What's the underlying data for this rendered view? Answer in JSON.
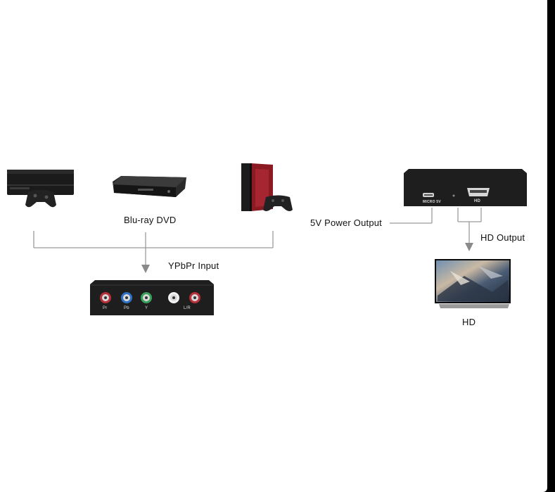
{
  "labels": {
    "dvd": "Blu-ray DVD",
    "ypbpr_input": "YPbPr Input",
    "power_output": "5V Power Output",
    "hd_output": "HD Output",
    "hd_display": "HD"
  },
  "input_box": {
    "ports": [
      "Pr",
      "Pb",
      "Y",
      "",
      "L/R"
    ]
  },
  "output_box": {
    "port_labels": [
      "MICRO 5V",
      "HD"
    ]
  },
  "colors": {
    "connector_line": "#9a9a9a",
    "device_body": "#1e1e1e",
    "ps4_red": "#8b1a22"
  }
}
